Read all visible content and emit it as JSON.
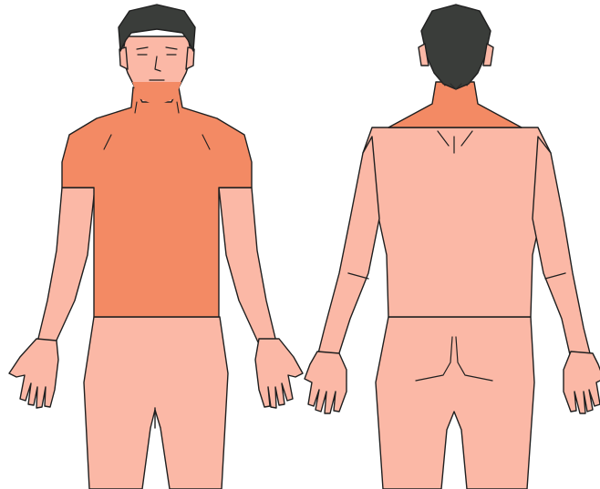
{
  "colors": {
    "skin": "#fbb8a6",
    "highlight": "#f38a64",
    "outline": "#1f1f1f",
    "hair": "#3a3d3a",
    "background": "#ffffff"
  },
  "figures": [
    {
      "view": "front",
      "highlighted_regions": [
        "lower-face",
        "neck",
        "shoulders",
        "upper-arms",
        "chest",
        "abdomen"
      ]
    },
    {
      "view": "back",
      "highlighted_regions": [
        "back-of-neck"
      ]
    }
  ]
}
